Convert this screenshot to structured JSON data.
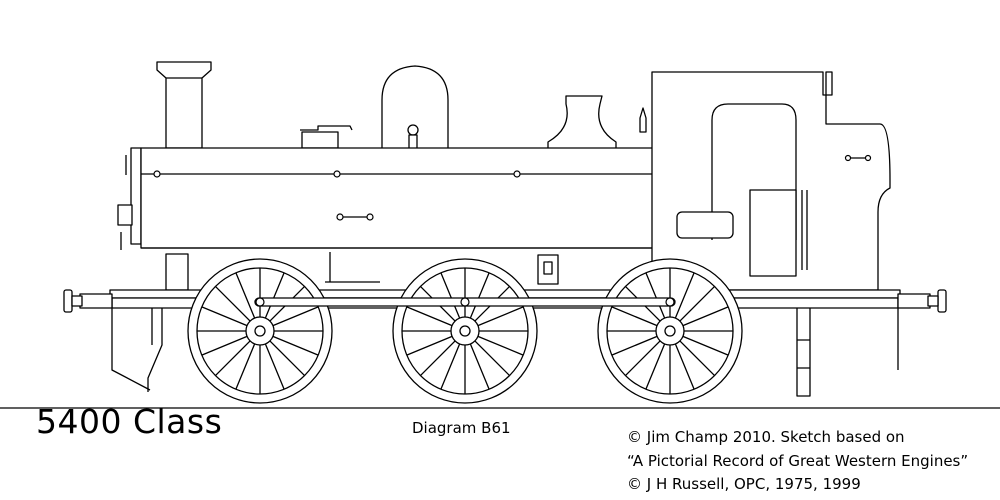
{
  "title": "5400 Class",
  "diagram": "Diagram B61",
  "credits": [
    "© Jim Champ 2010. Sketch based on",
    "“A Pictorial Record of Great Western Engines”",
    "© J H Russell, OPC, 1975, 1999"
  ],
  "wheel_spoke_count": 16,
  "colors": {
    "line": "#000000",
    "background": "#ffffff"
  }
}
